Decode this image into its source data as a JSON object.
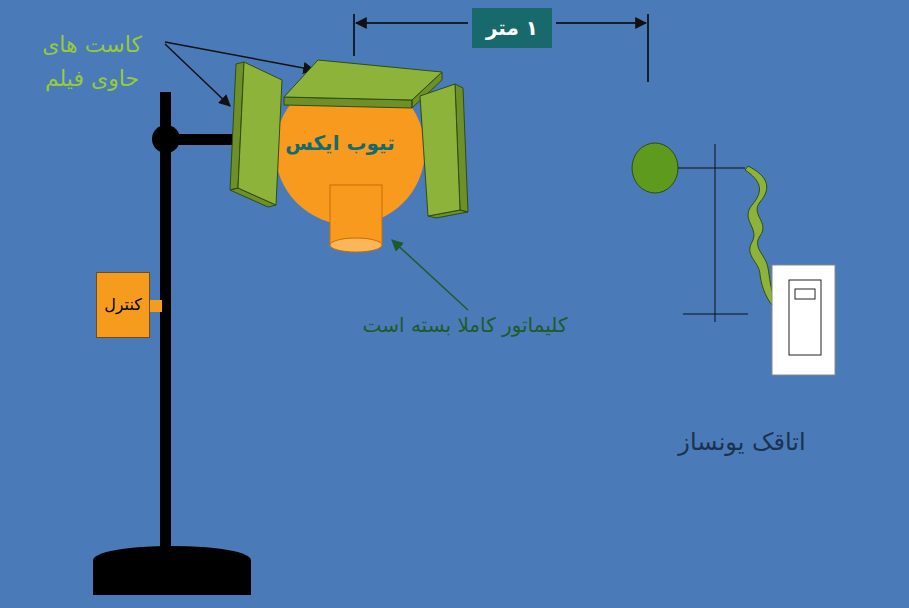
{
  "diagram": {
    "nodes": [
      {
        "text": [
          "۱ متر"
        ]
      },
      {
        "text": [
          "تیوب ایکس"
        ]
      },
      {
        "text": [
          "کنترل"
        ]
      }
    ],
    "labels": [
      "کاست های حاوی فیلم",
      "کلیماتور کاملا بسته است",
      "اتاقک یونساز"
    ]
  }
}
